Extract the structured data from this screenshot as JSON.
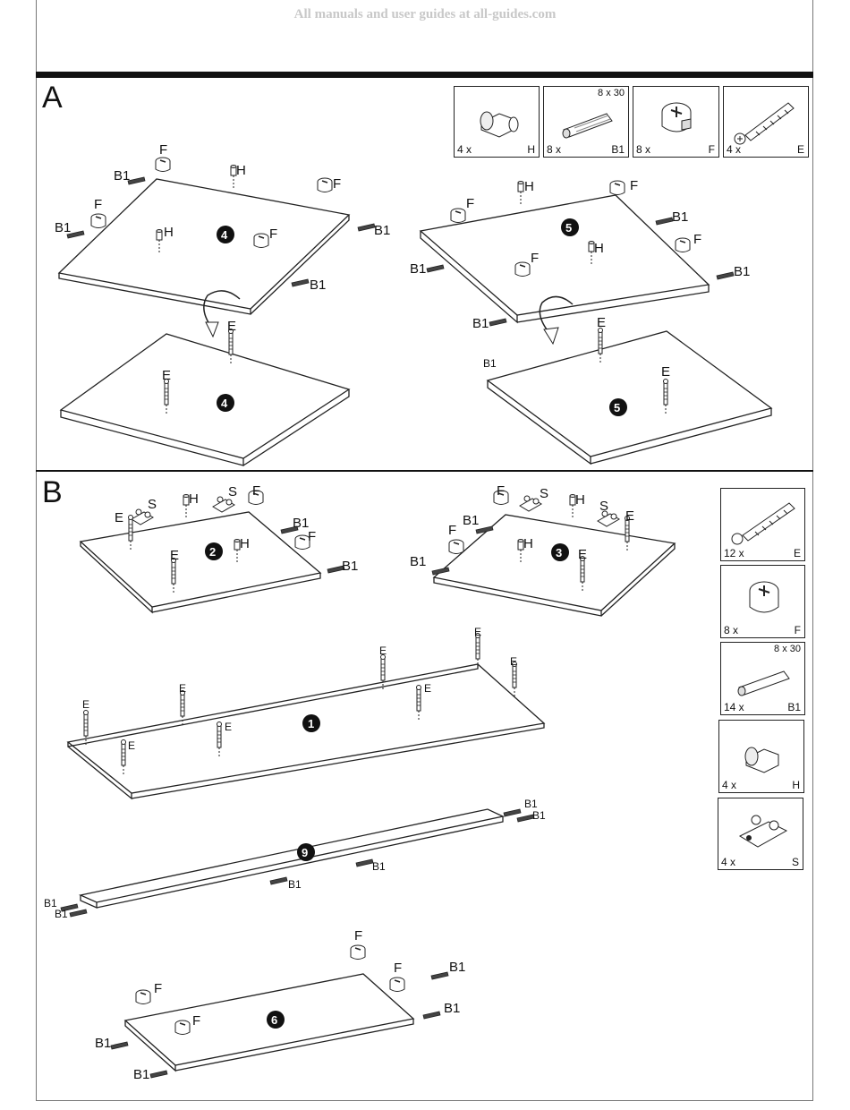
{
  "header": {
    "text": "All manuals and user guides at all-guides.com"
  },
  "sections": {
    "a": {
      "letter": "A"
    },
    "b": {
      "letter": "B"
    }
  },
  "parts_a": [
    {
      "qty": "4 x",
      "code": "H",
      "size": "",
      "icon": "wooden-pin-icon"
    },
    {
      "qty": "8 x",
      "code": "B1",
      "size": "8 x 30",
      "icon": "dowel-icon"
    },
    {
      "qty": "8 x",
      "code": "F",
      "size": "",
      "icon": "cam-lock-icon"
    },
    {
      "qty": "4 x",
      "code": "E",
      "size": "",
      "icon": "cam-bolt-icon"
    }
  ],
  "parts_b": [
    {
      "qty": "12 x",
      "code": "E",
      "size": "",
      "icon": "cam-bolt-icon"
    },
    {
      "qty": "8 x",
      "code": "F",
      "size": "",
      "icon": "cam-lock-icon"
    },
    {
      "qty": "14 x",
      "code": "B1",
      "size": "8 x 30",
      "icon": "dowel-icon"
    },
    {
      "qty": "4 x",
      "code": "H",
      "size": "",
      "icon": "wooden-pin-icon"
    },
    {
      "qty": "4 x",
      "code": "S",
      "size": "",
      "icon": "hinge-plate-icon"
    }
  ],
  "panels": {
    "p1": "1",
    "p2": "2",
    "p3": "3",
    "p4": "4",
    "p5": "5",
    "p6": "6",
    "p9": "9"
  },
  "labels": {
    "F": "F",
    "B1": "B1",
    "H": "H",
    "E": "E",
    "S": "S"
  }
}
